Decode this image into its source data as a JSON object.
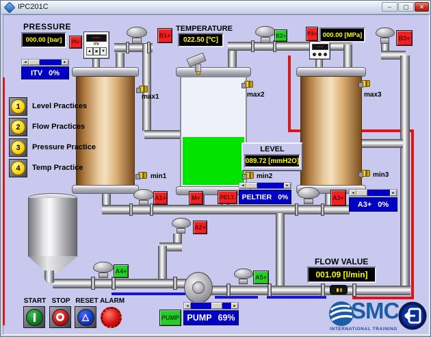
{
  "window": {
    "title": "IPC201C"
  },
  "glyphs": {
    "min": "–",
    "max": "▢",
    "close": "✕",
    "left": "◄",
    "right": "►",
    "up": "▲",
    "x": "✖",
    "down": "▼",
    "dash": "-----",
    "dot": "●"
  },
  "pressure": {
    "title": "PRESSURE",
    "value": "000.00 [bar]",
    "pi_button": "PI+"
  },
  "itv": {
    "device_label": "ITV",
    "bar_label": "ITV",
    "bar_value": "0%",
    "pct": 0
  },
  "temperature": {
    "title": "TEMPERATURE",
    "value": "022.50 [ºC]"
  },
  "mpa": {
    "p3_button": "P3+",
    "value": "000.00 [MPa]"
  },
  "level": {
    "title": "LEVEL",
    "value": "089.72 [mmH2O]",
    "tank2_level_pct": 44
  },
  "peltier": {
    "button": "PELT.",
    "bar_label": "PELTIER",
    "bar_value": "0%",
    "pct": 0
  },
  "a3": {
    "button": "A3+",
    "bar_label": "A3+",
    "bar_value": "0%",
    "pct": 0
  },
  "pump": {
    "button": "PUMP",
    "bar_label": "PUMP",
    "bar_value": "69%",
    "pct": 69
  },
  "flow": {
    "title": "FLOW VALUE",
    "value": "001.09 [l/min]"
  },
  "valves": {
    "b1": "B1+",
    "b2": "B2+",
    "b3": "B3+",
    "a1": "A1+",
    "m": "M+",
    "a2": "A2+",
    "a4": "A4+",
    "a5": "A5+"
  },
  "sensors": {
    "max1": "max1",
    "min1": "min1",
    "max2": "max2",
    "min2": "min2",
    "max3": "max3",
    "min3": "min3"
  },
  "menu": [
    {
      "num": "1",
      "label": "Level Practices"
    },
    {
      "num": "2",
      "label": "Flow Practices"
    },
    {
      "num": "3",
      "label": "Pressure Practice"
    },
    {
      "num": "4",
      "label": "Temp Practice"
    }
  ],
  "controls": {
    "start": "START",
    "stop": "STOP",
    "reset": "RESET",
    "alarm": "ALARM"
  },
  "branding": {
    "logo": "SMC",
    "tagline": "INTERNATIONAL TRAINING"
  },
  "colors": {
    "background": "#c9c9ef",
    "alarm_red": "#ee2222",
    "ok_green": "#28cc28",
    "bar_blue": "#0000c4",
    "lcd_yellow": "#ffff00",
    "liquid_green": "#00e400",
    "trace_red": "#e01414",
    "trace_blue": "#1414dd"
  }
}
